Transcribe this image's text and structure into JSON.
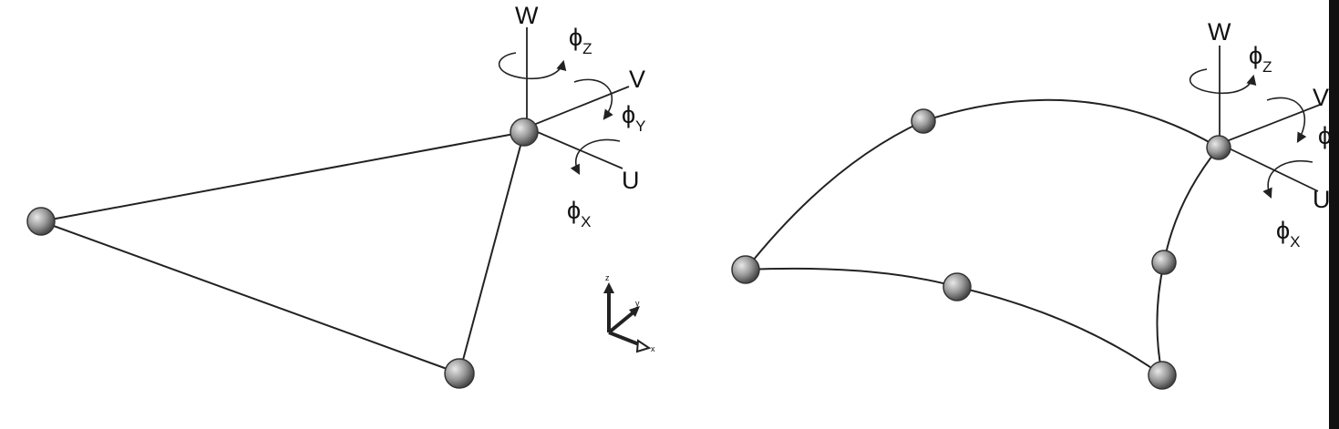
{
  "left_panel": {
    "labels": {
      "w": "W",
      "v": "V",
      "u": "U",
      "phi": "ϕ",
      "phi_z_sub": "Z",
      "phi_y_sub": "Y",
      "phi_x_sub": "X"
    },
    "triad_labels": {
      "z": "z",
      "y": "y",
      "x": "x"
    }
  },
  "right_panel": {
    "labels": {
      "w": "W",
      "v": "V",
      "u": "U",
      "phi": "ϕ",
      "phi_z_sub": "Z",
      "phi_x_sub": "X"
    }
  },
  "colors": {
    "line": "#222222",
    "node_fill": "#9a9a9a",
    "background": "#ffffff"
  }
}
